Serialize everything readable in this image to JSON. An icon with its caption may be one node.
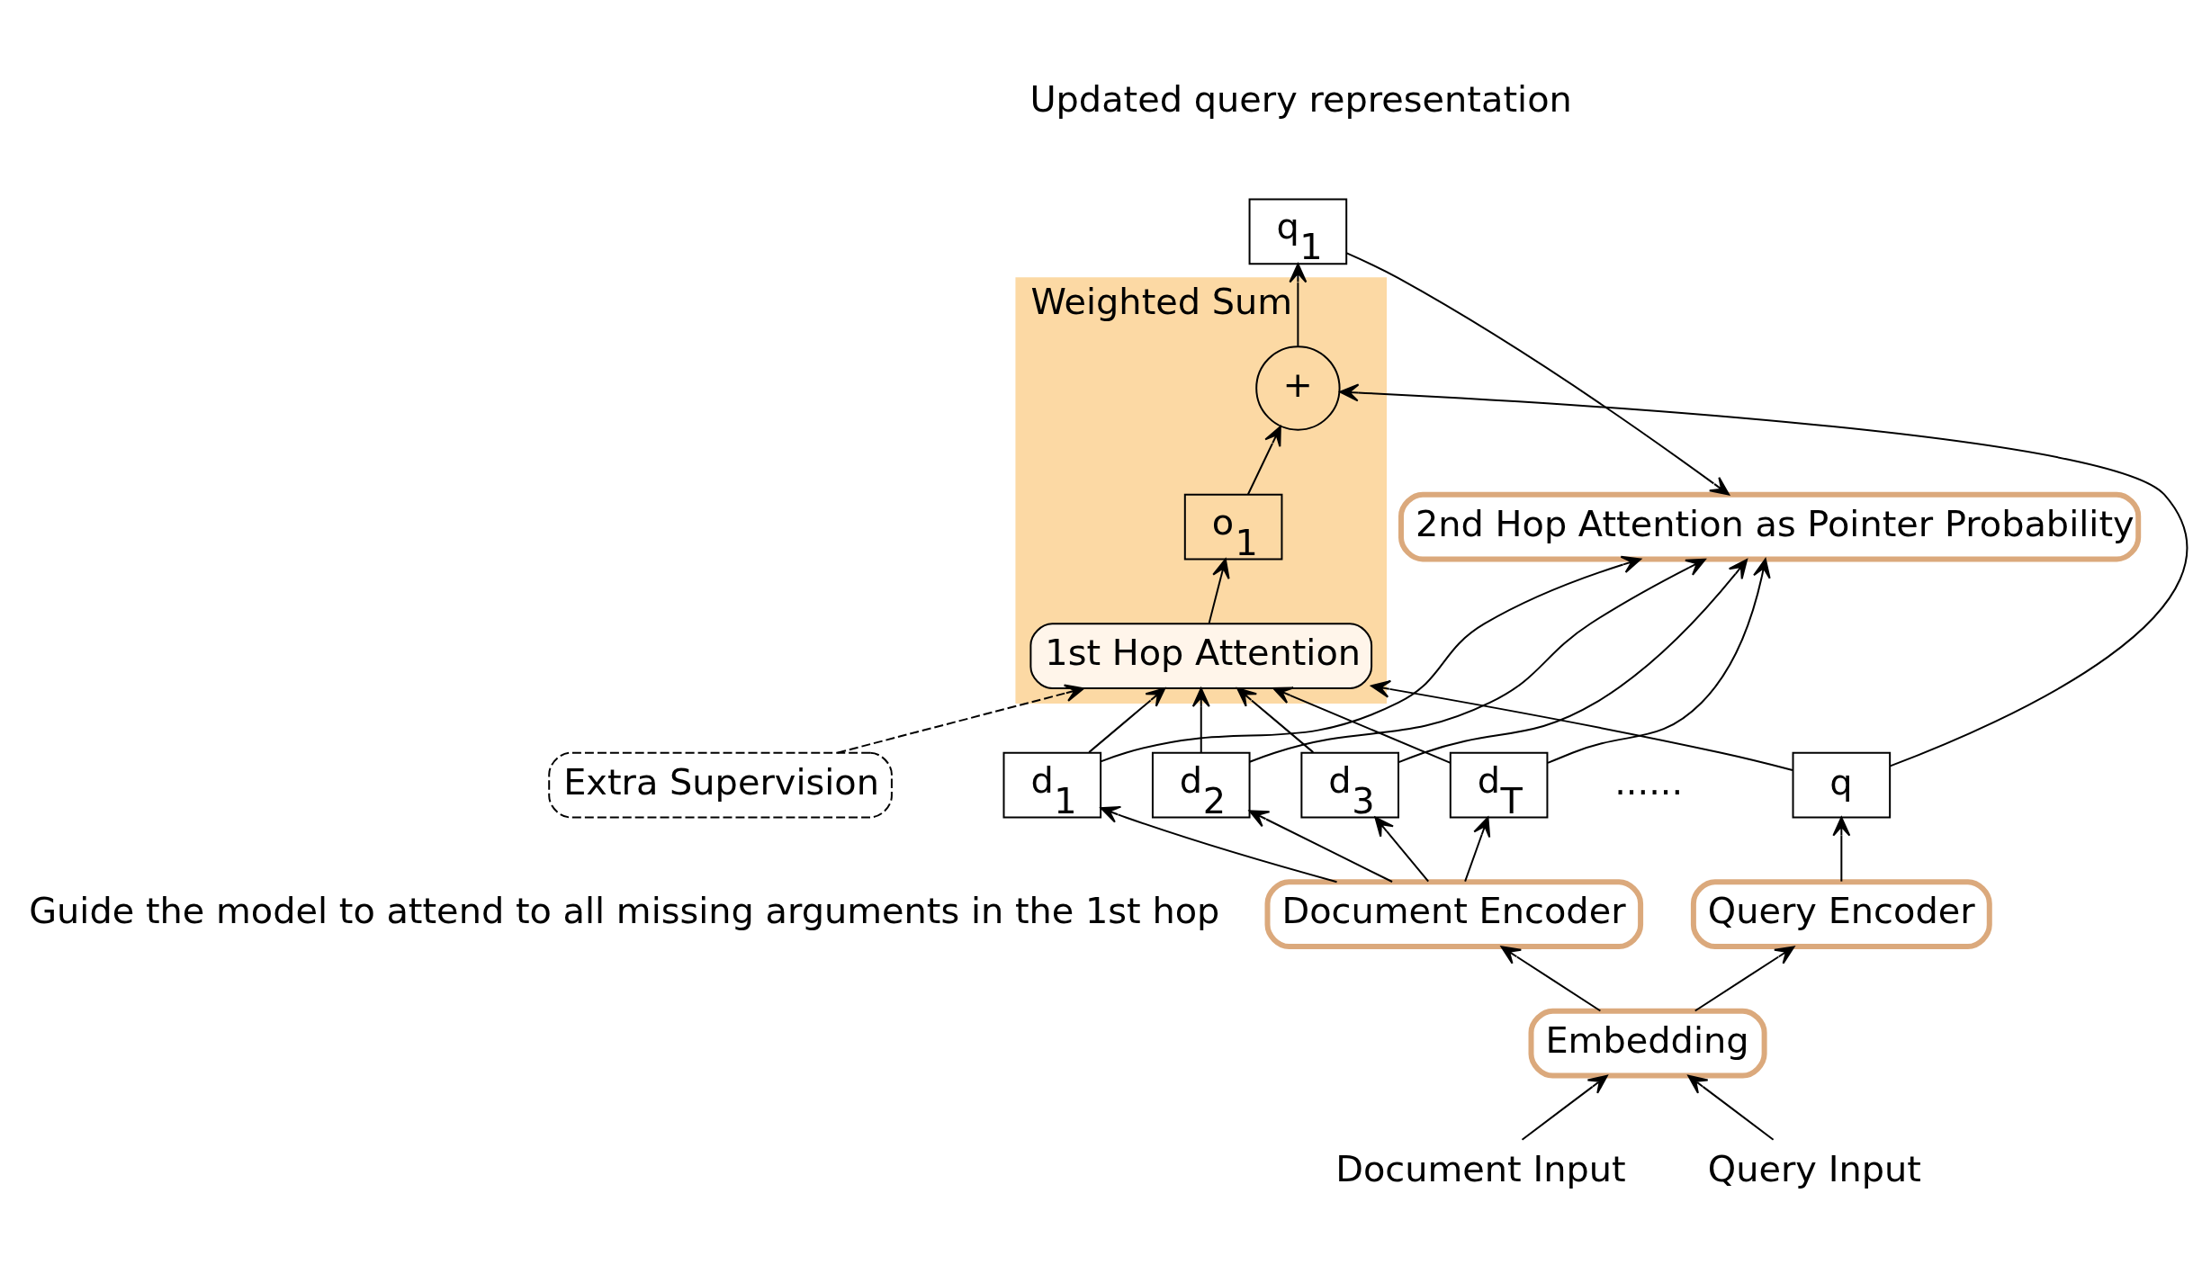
{
  "diagram": {
    "nodes": [
      {
        "text": [
          "2nd Hop Attention as Pointer Probability"
        ]
      },
      {
        "text": [
          "Weighted Sum"
        ]
      },
      {
        "text": [
          "Extra Supervision"
        ],
        "beside": [
          "Guide the model to attend to all missing arguments in the 1st hop"
        ]
      },
      {
        "text": [
          "1st Hop Attention"
        ],
        "in": 1
      },
      {
        "text": [
          "o$_{1}$"
        ],
        "in": 1
      },
      {
        "text": [
          "+"
        ],
        "in": 1
      },
      {
        "text": [
          "q$_{1}$"
        ],
        "beside": [
          "Updated query representation"
        ]
      },
      {
        "text": [
          "d$_{1}$"
        ]
      },
      {
        "text": [
          "d$_{2}$"
        ]
      },
      {
        "text": [
          "d$_{3}$"
        ]
      },
      {
        "text": [
          "d$_{T}$"
        ]
      },
      {
        "text": [
          "q"
        ]
      },
      {
        "text": [
          "Document Encoder"
        ]
      },
      {
        "text": [
          "Query Encoder"
        ]
      },
      {
        "text": [
          "Embedding"
        ]
      },
      {
        "text": [
          "Document Input"
        ]
      },
      {
        "text": [
          "Query Input"
        ]
      }
    ],
    "edges": [
      {
        "from": 7,
        "to": 0,
        "arrow": "to"
      },
      {
        "from": 8,
        "to": 0,
        "arrow": "to"
      },
      {
        "from": 9,
        "to": 0,
        "arrow": "to"
      },
      {
        "from": 10,
        "to": 0,
        "arrow": "to"
      },
      {
        "from": 2,
        "to": 3,
        "arrow": "to",
        "style": "dashed"
      },
      {
        "from": 7,
        "to": 3,
        "arrow": "to"
      },
      {
        "from": 8,
        "to": 3,
        "arrow": "to"
      },
      {
        "from": 9,
        "to": 3,
        "arrow": "to"
      },
      {
        "from": 10,
        "to": 3,
        "arrow": "to"
      },
      {
        "from": 3,
        "to": 4,
        "arrow": "to"
      },
      {
        "from": 4,
        "to": 5,
        "arrow": "to"
      },
      {
        "from": 11,
        "to": 3,
        "arrow": "to"
      },
      {
        "from": 11,
        "to": 5,
        "arrow": "to"
      },
      {
        "from": 5,
        "to": 6,
        "arrow": "to"
      },
      {
        "from": 6,
        "to": 0,
        "arrow": "to"
      },
      {
        "from": 12,
        "to": 7,
        "arrow": "to"
      },
      {
        "from": 12,
        "to": 8,
        "arrow": "to"
      },
      {
        "from": 12,
        "to": 9,
        "arrow": "to"
      },
      {
        "from": 12,
        "to": 10,
        "arrow": "to"
      },
      {
        "from": 13,
        "to": 11,
        "arrow": "to"
      },
      {
        "from": 14,
        "to": 12,
        "arrow": "to"
      },
      {
        "from": 14,
        "to": 13,
        "arrow": "to"
      },
      {
        "from": 15,
        "to": 14,
        "arrow": "to"
      },
      {
        "from": 16,
        "to": 14,
        "arrow": "to"
      }
    ],
    "labels": [
      "......"
    ]
  }
}
